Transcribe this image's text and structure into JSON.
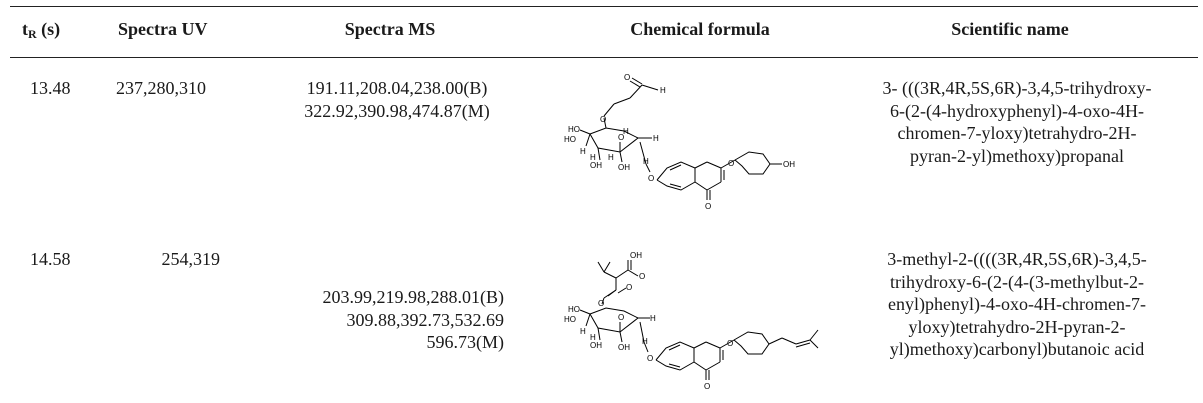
{
  "table": {
    "headers": {
      "tr_main": "t",
      "tr_sub": "R",
      "tr_unit": " (s)",
      "spectra_uv": "Spectra UV",
      "spectra_ms": "Spectra MS",
      "formula": "Chemical formula",
      "name": "Scientific name"
    },
    "rows": [
      {
        "tr": "13.48",
        "uv": "237,280,310",
        "ms_lines": [
          "191.11,208.04,238.00(B)",
          "322.92,390.98,474.87(M)"
        ],
        "structure_labels": [
          "O",
          "H",
          "HO",
          "O",
          "HO",
          "H",
          "H",
          "O",
          "H",
          "H",
          "H",
          "OH",
          "OH",
          "H",
          "O",
          "O",
          "OH",
          "O"
        ],
        "name_lines": [
          "3- (((3R,4R,5S,6R)-3,4,5-trihydroxy-",
          "6-(2-(4-hydroxyphenyl)-4-oxo-4H-",
          "chromen-7-yloxy)tetrahydro-2H-",
          "pyran-2-yl)methoxy)propanal"
        ]
      },
      {
        "tr": "14.58",
        "uv": "254,319",
        "ms_lines": [
          "203.99,219.98,288.01(B)",
          "309.88,392.73,532.69",
          "596.73(M)"
        ],
        "structure_labels": [
          "OH",
          "O",
          "O",
          "O",
          "HO",
          "H",
          "O",
          "HO",
          "H",
          "H",
          "OH",
          "OH",
          "H",
          "O",
          "O",
          "O"
        ],
        "name_lines": [
          "3-methyl-2-((((3R,4R,5S,6R)-3,4,5-",
          "trihydroxy-6-(2-(4-(3-methylbut-2-",
          "enyl)phenyl)-4-oxo-4H-chromen-7-",
          "yloxy)tetrahydro-2H-pyran-2-",
          "yl)methoxy)carbonyl)butanoic acid"
        ]
      }
    ]
  }
}
